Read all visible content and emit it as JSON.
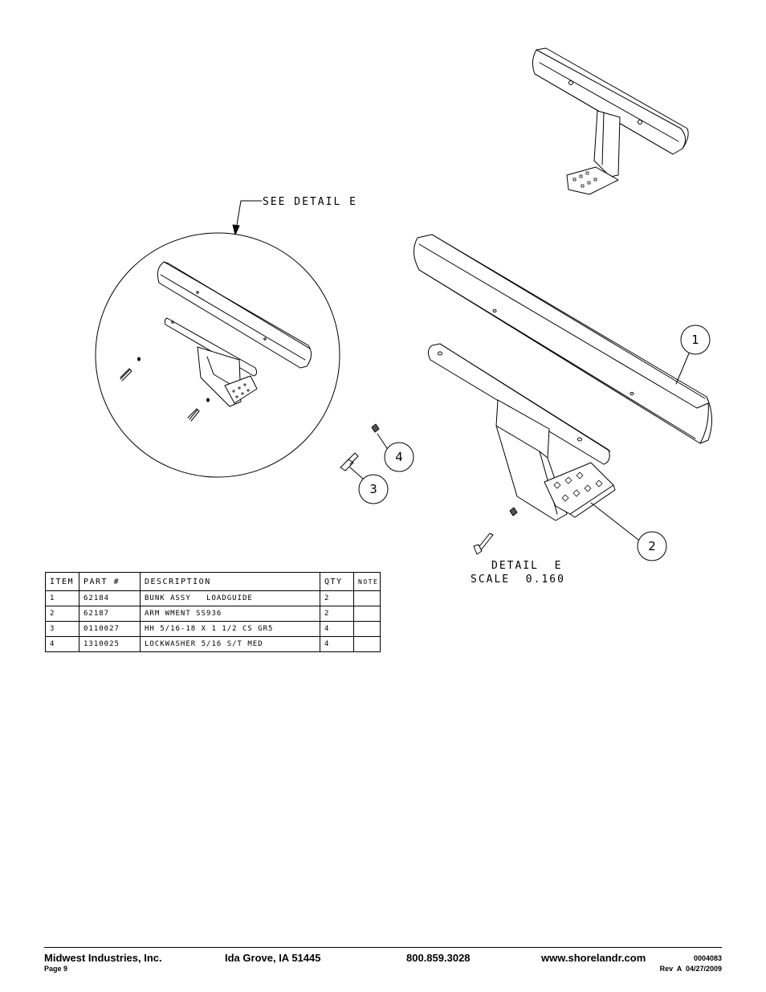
{
  "drawing": {
    "detail_callout": "SEE DETAIL  E",
    "balloons": [
      "1",
      "2",
      "3",
      "4"
    ]
  },
  "detail_label": {
    "line1": "DETAIL  E",
    "line2": "SCALE  0.160"
  },
  "bom": {
    "headers": [
      "ITEM",
      "PART #",
      "DESCRIPTION",
      "QTY",
      "NOTE"
    ],
    "rows": [
      {
        "item": "1",
        "part": "62184",
        "description": "BUNK ASSY   LOADGUIDE",
        "qty": "2",
        "note": ""
      },
      {
        "item": "2",
        "part": "62187",
        "description": "ARM WMENT SS936",
        "qty": "2",
        "note": ""
      },
      {
        "item": "3",
        "part": "0110027",
        "description": "HH 5/16-18 X 1 1/2 CS GR5",
        "qty": "4",
        "note": ""
      },
      {
        "item": "4",
        "part": "1310025",
        "description": "LOCKWASHER 5/16 S/T MED",
        "qty": "4",
        "note": ""
      }
    ]
  },
  "footer": {
    "company": "Midwest Industries, Inc.",
    "city": "Ida Grove, IA  51445",
    "phone": "800.859.3028",
    "website": "www.shorelandr.com",
    "doc_number": "0004083",
    "page": "Page 9",
    "revision": "Rev  A  04/27/2009"
  }
}
